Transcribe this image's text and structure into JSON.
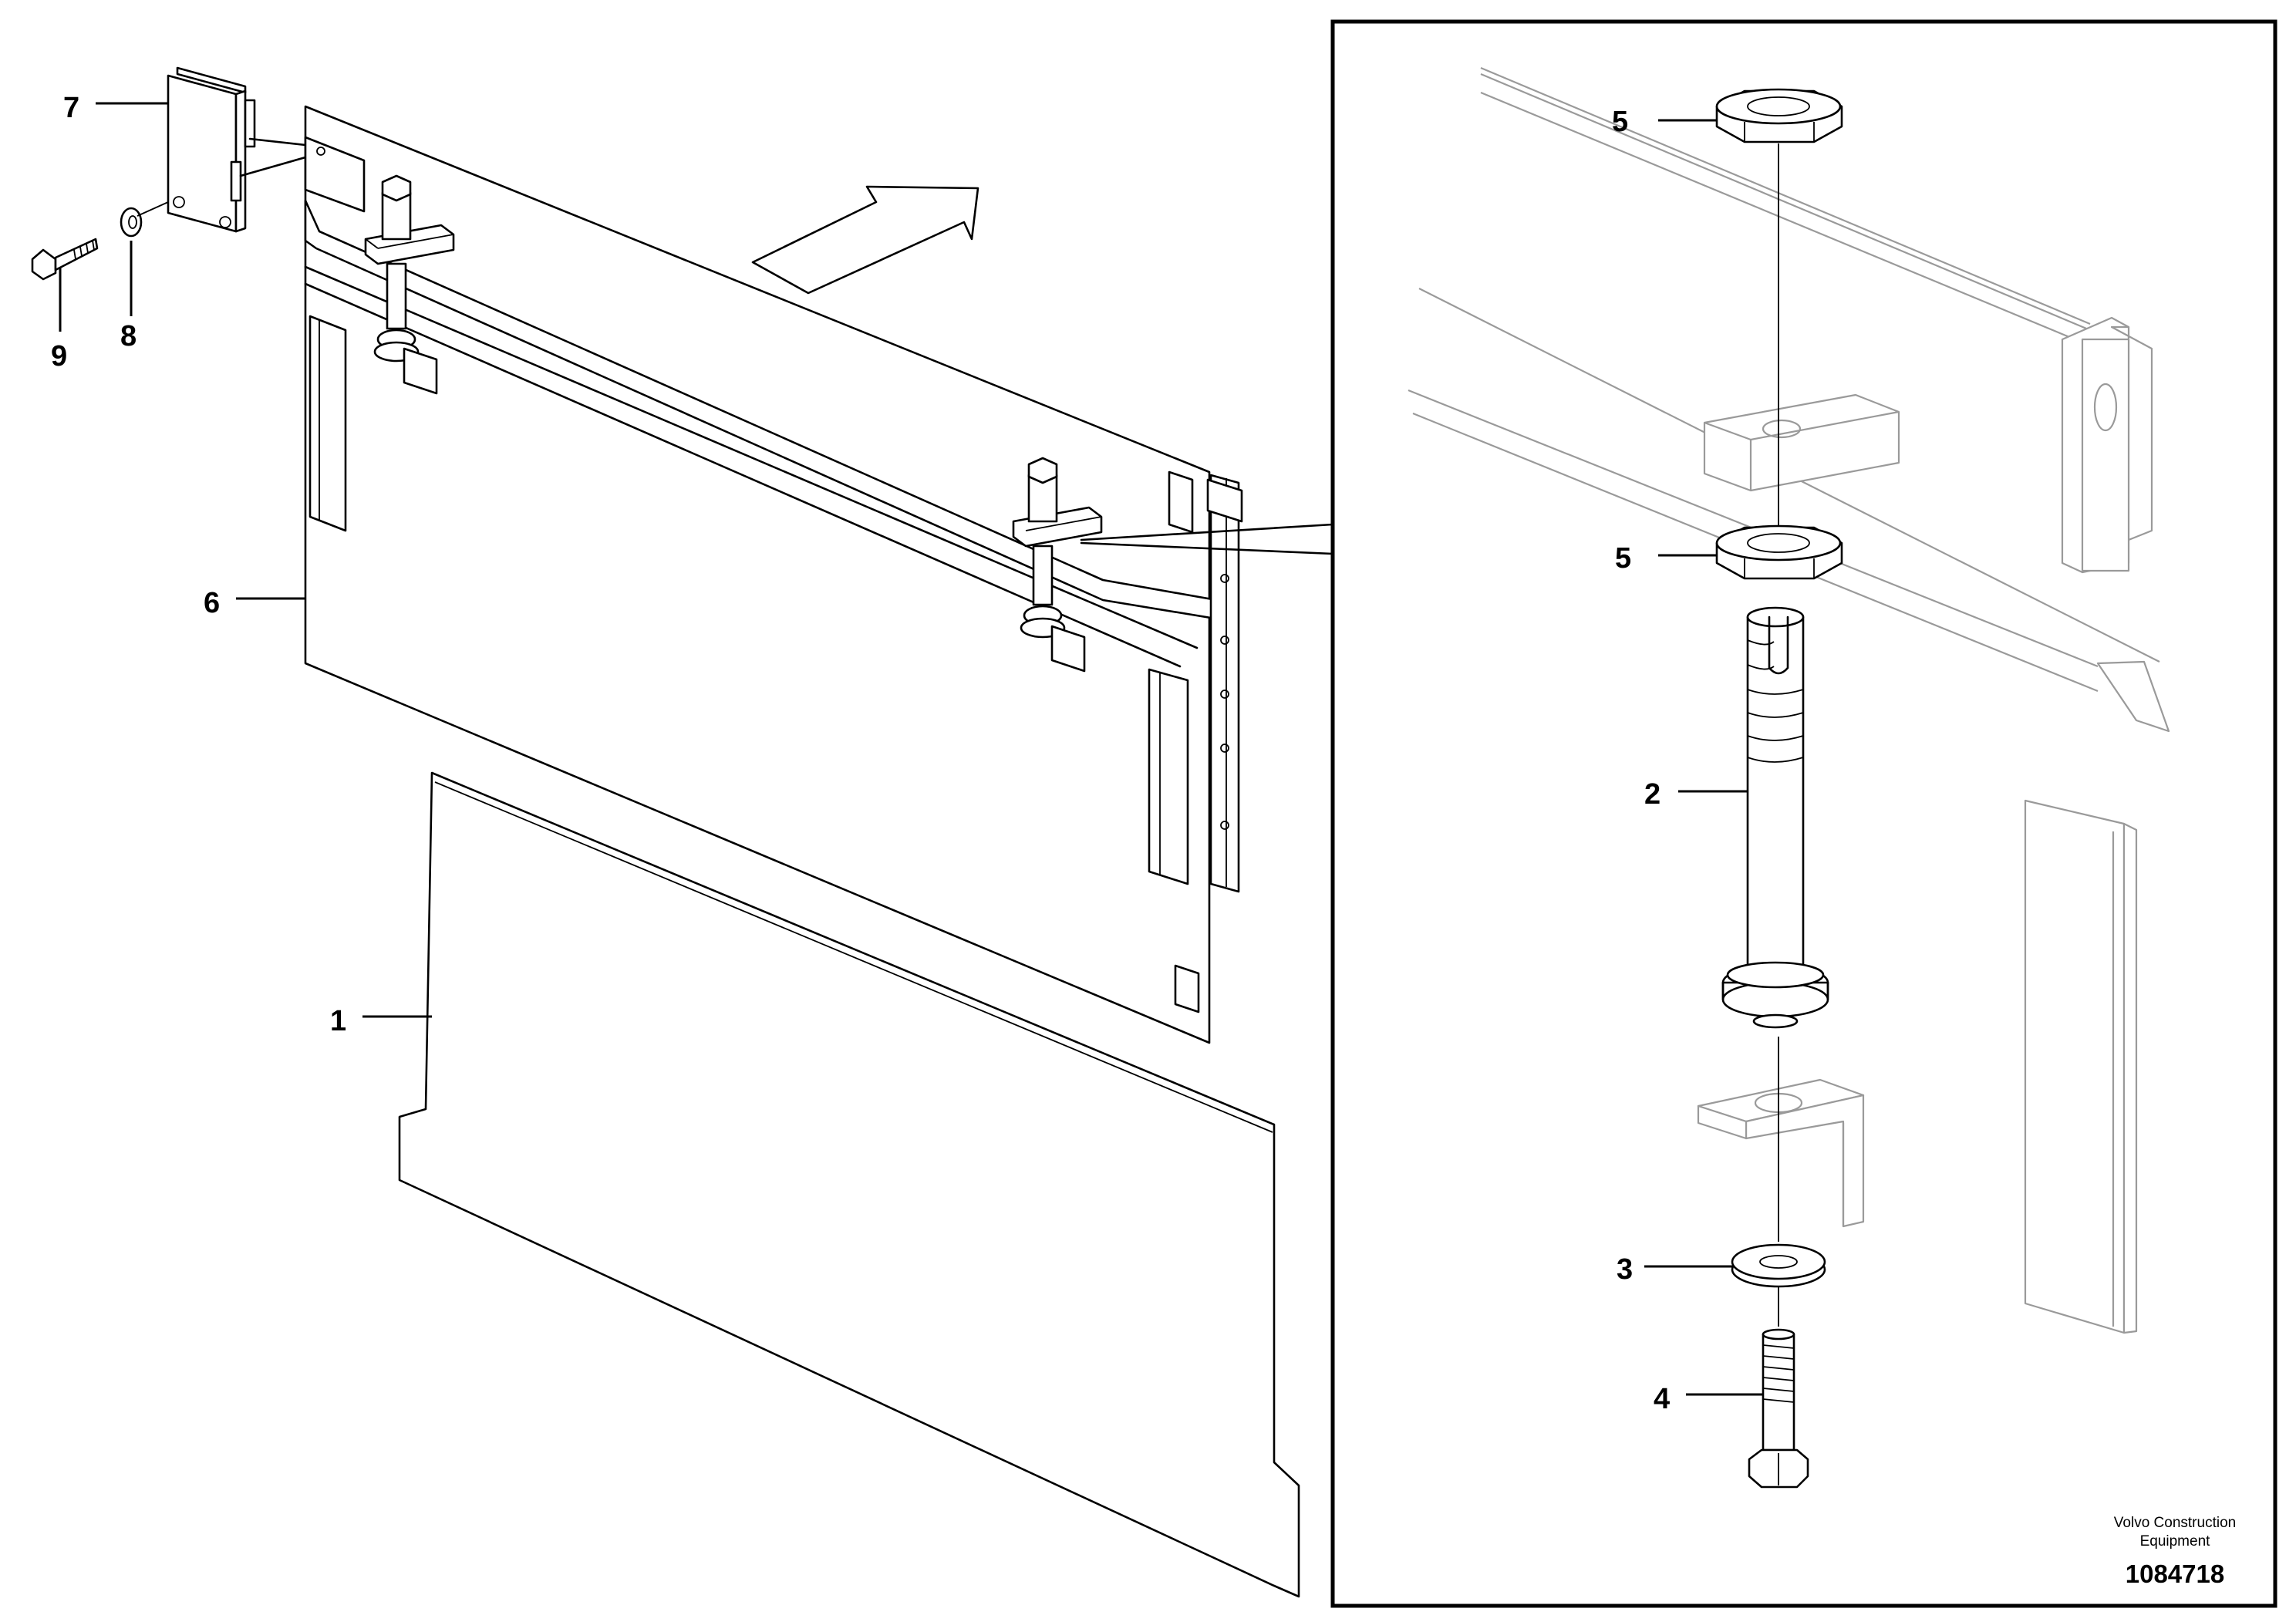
{
  "callouts": [
    {
      "id": "p7",
      "label": "7"
    },
    {
      "id": "p9",
      "label": "9"
    },
    {
      "id": "p8",
      "label": "8"
    },
    {
      "id": "p6",
      "label": "6"
    },
    {
      "id": "p1",
      "label": "1"
    },
    {
      "id": "d5a",
      "label": "5"
    },
    {
      "id": "d5b",
      "label": "5"
    },
    {
      "id": "d2",
      "label": "2"
    },
    {
      "id": "d3",
      "label": "3"
    },
    {
      "id": "d4",
      "label": "4"
    }
  ],
  "brand": {
    "line1": "Volvo Construction",
    "line2": "Equipment"
  },
  "drawing_number": "1084718",
  "icons": [
    "direction-arrow-icon",
    "bolt-icon",
    "washer-icon",
    "nut-icon",
    "latch-icon"
  ]
}
